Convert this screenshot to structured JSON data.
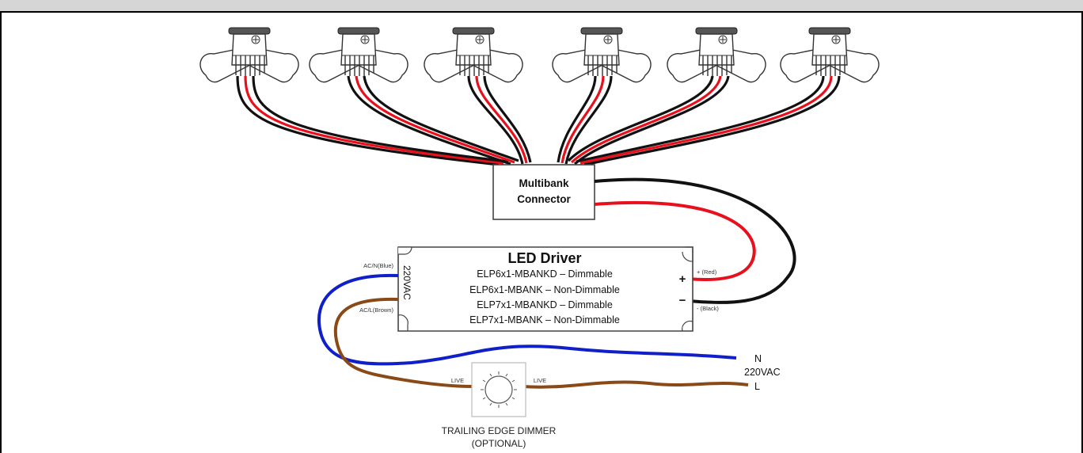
{
  "connector": {
    "line1": "Multibank",
    "line2": "Connector"
  },
  "driver": {
    "title": "LED Driver",
    "models": [
      "ELP6x1-MBANKD – Dimmable",
      "ELP6x1-MBANK – Non-Dimmable",
      "ELP7x1-MBANKD – Dimmable",
      "ELP7x1-MBANK – Non-Dimmable"
    ],
    "input_label": "220VAC",
    "plus": "+",
    "minus": "−"
  },
  "wire_labels": {
    "ac_n": "AC/N(Blue)",
    "ac_l": "AC/L(Brown)",
    "dc_pos": "+ (Red)",
    "dc_neg": "- (Black)"
  },
  "mains": {
    "n": "N",
    "voltage": "220VAC",
    "l": "L"
  },
  "dimmer": {
    "live_in": "LIVE",
    "live_out": "LIVE",
    "label_line1": "TRAILING EDGE DIMMER",
    "label_line2": "(OPTIONAL)"
  },
  "colors": {
    "red_wire": "#e8101c",
    "black_wire": "#111111",
    "blue_wire": "#1020c8",
    "brown_wire": "#8a4a18",
    "header": "#d6d6d6"
  }
}
